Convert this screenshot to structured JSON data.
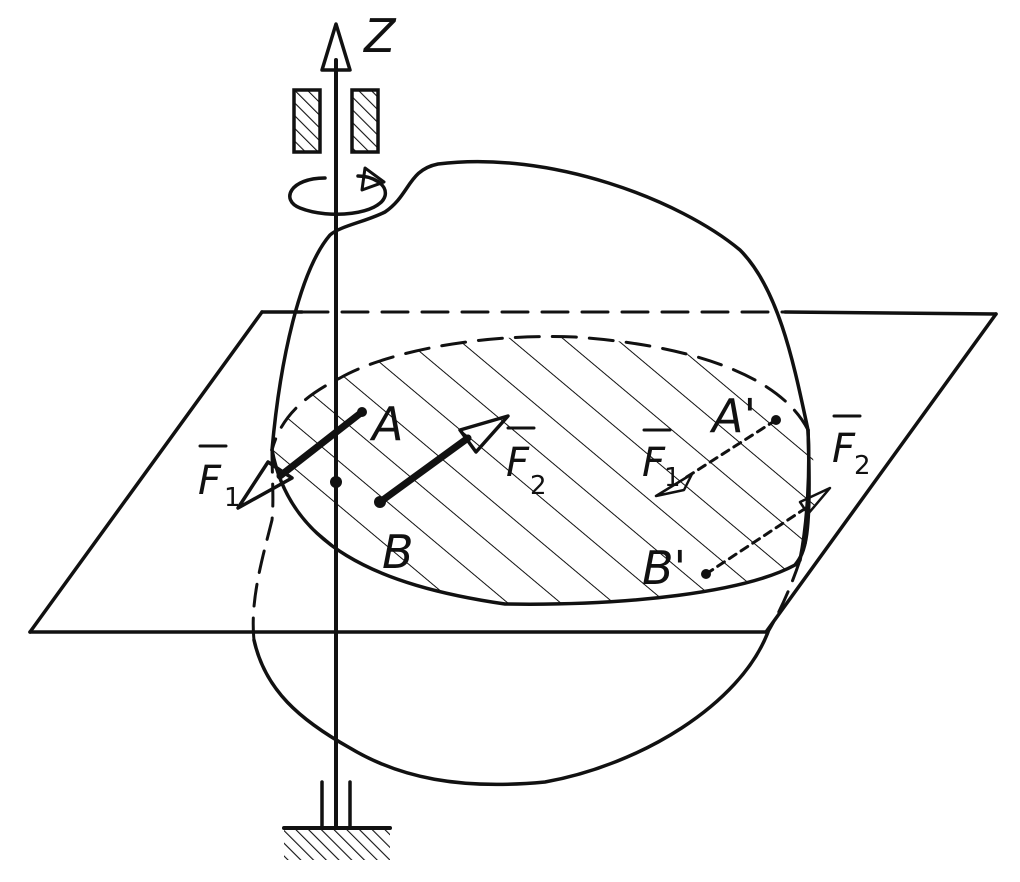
{
  "labels": {
    "axis": "Z",
    "point_a": "A",
    "point_b": "B",
    "point_a_prime": "A'",
    "point_b_prime": "B'",
    "force_symbol": "F",
    "index_1": "1",
    "index_2": "2"
  }
}
